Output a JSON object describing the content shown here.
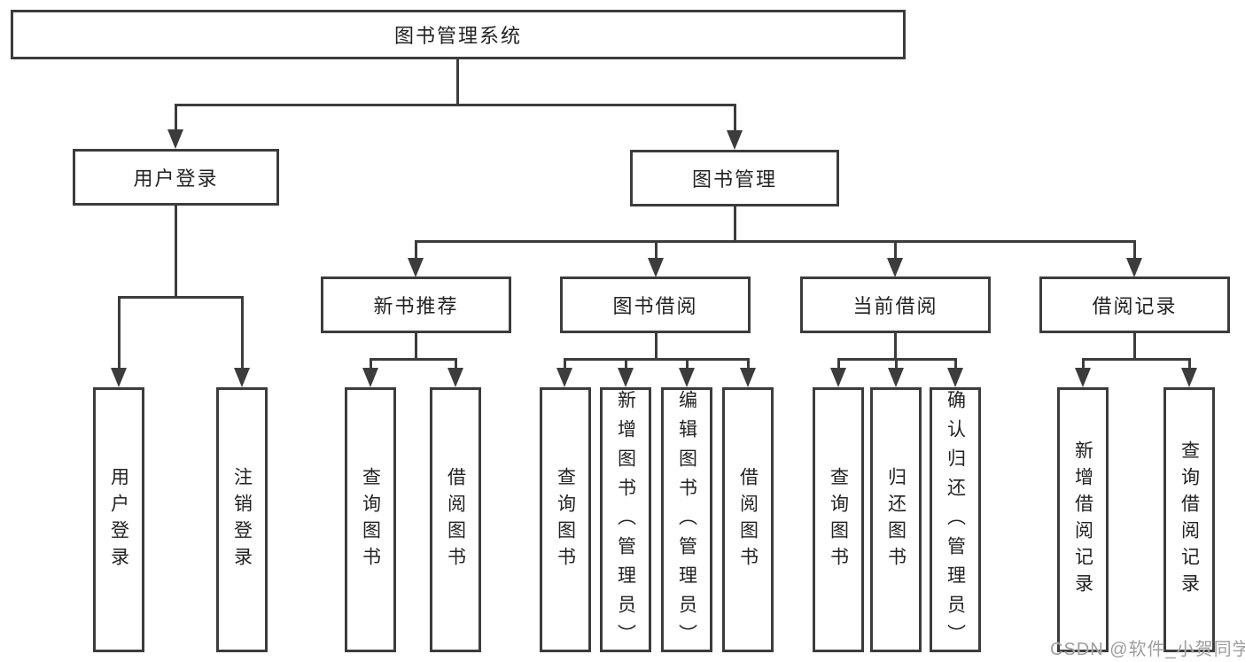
{
  "colors": {
    "line": "#3c3c3c",
    "box_border": "#3c3c3c",
    "text": "#222222",
    "background": "#ffffff",
    "watermark": "#9e9e9e"
  },
  "tree": {
    "root": {
      "label": "图书管理系统"
    },
    "level1": [
      {
        "label": "用户登录",
        "children": [
          {
            "label": "用户登录"
          },
          {
            "label": "注销登录"
          }
        ]
      },
      {
        "label": "图书管理",
        "children": [
          {
            "label": "新书推荐",
            "children": [
              {
                "label": "查询图书"
              },
              {
                "label": "借阅图书"
              }
            ]
          },
          {
            "label": "图书借阅",
            "children": [
              {
                "label": "查询图书"
              },
              {
                "label": "新增图书（管理员）"
              },
              {
                "label": "编辑图书（管理员）"
              },
              {
                "label": "借阅图书"
              }
            ]
          },
          {
            "label": "当前借阅",
            "children": [
              {
                "label": "查询图书"
              },
              {
                "label": "归还图书"
              },
              {
                "label": "确认归还（管理员）"
              }
            ]
          },
          {
            "label": "借阅记录",
            "children": [
              {
                "label": "新增借阅记录"
              },
              {
                "label": "查询借阅记录"
              }
            ]
          }
        ]
      }
    ]
  },
  "watermark": {
    "text": "CSDN @软件_小贺同学"
  }
}
